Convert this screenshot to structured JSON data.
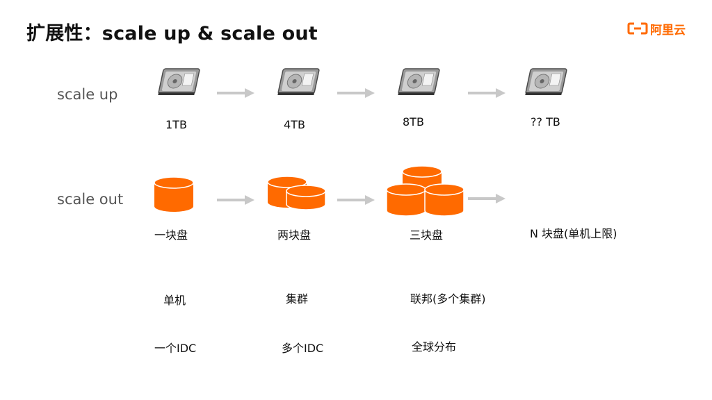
{
  "title": "扩展性：scale up & scale out",
  "logo": {
    "text": "阿里云",
    "icon": "aliyun-logo-icon",
    "color": "#ff6a00"
  },
  "colors": {
    "disk": "#ff6a00",
    "arrow": "#c8c8c8"
  },
  "scale_up": {
    "label": "scale up",
    "items": [
      {
        "icon": "hard-drive-icon",
        "caption": "1TB"
      },
      {
        "icon": "hard-drive-icon",
        "caption": "4TB"
      },
      {
        "icon": "hard-drive-icon",
        "caption": "8TB"
      },
      {
        "icon": "hard-drive-icon",
        "caption": "?? TB"
      }
    ]
  },
  "scale_out": {
    "label": "scale out",
    "items": [
      {
        "icon": "database-icon",
        "caption": "一块盘"
      },
      {
        "icon": "database-icon",
        "caption": "两块盘"
      },
      {
        "icon": "database-icon",
        "caption": "三块盘"
      },
      {
        "caption": "N 块盘(单机上限)"
      }
    ]
  },
  "deployment": [
    "单机",
    "集群",
    "联邦(多个集群)"
  ],
  "datacenter": [
    "一个IDC",
    "多个IDC",
    "全球分布"
  ]
}
